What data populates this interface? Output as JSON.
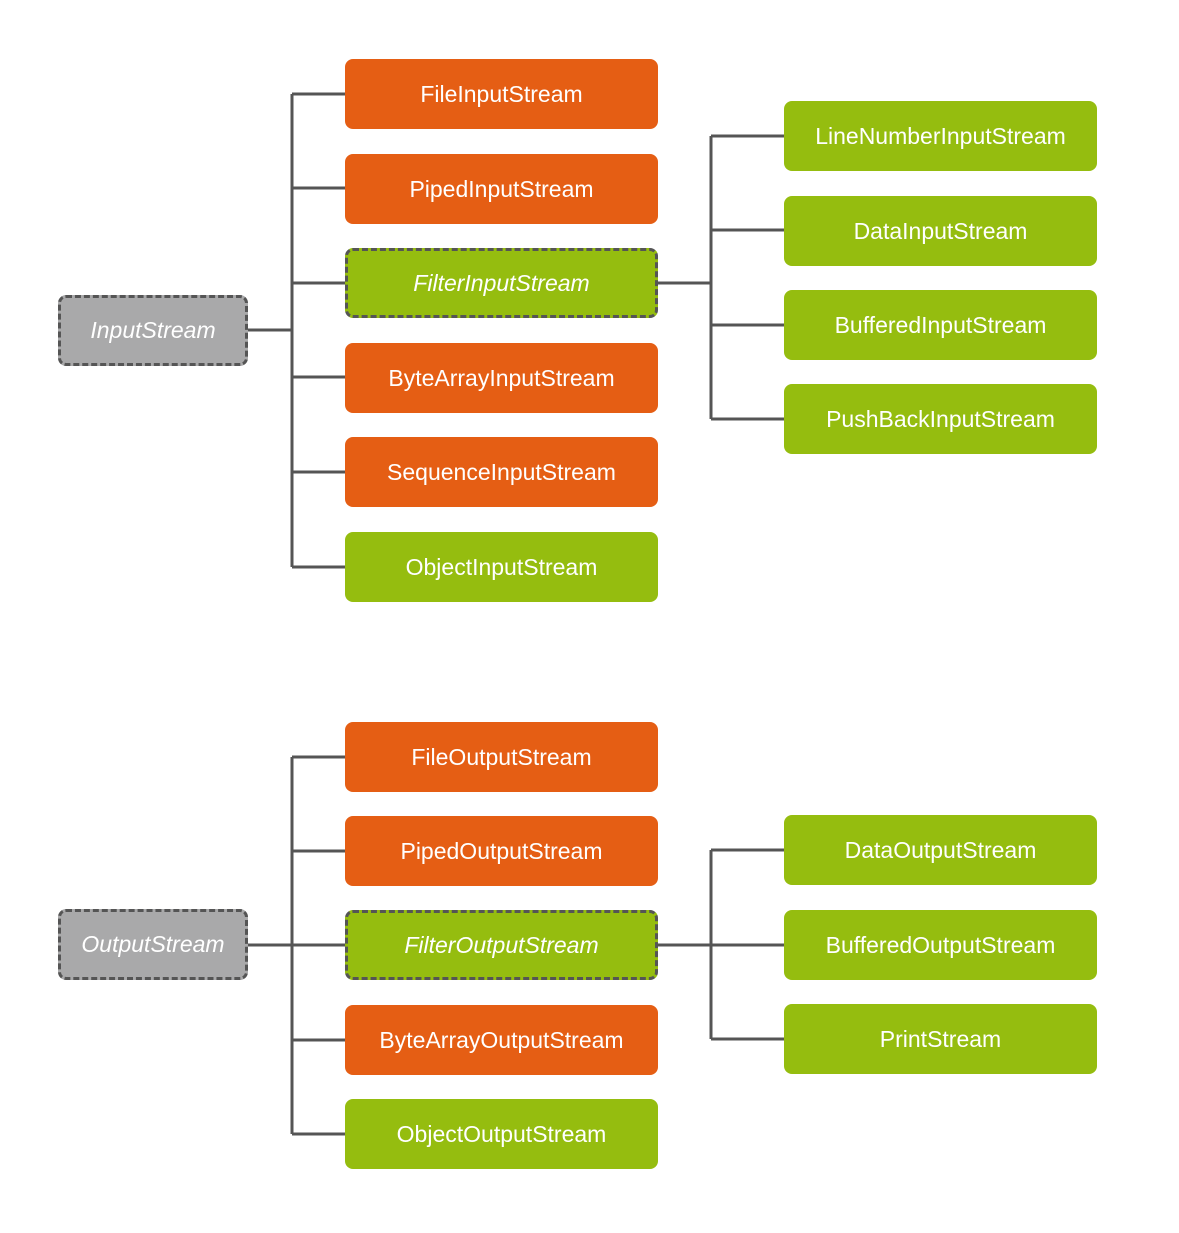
{
  "input": {
    "root": "InputStream",
    "children": [
      "FileInputStream",
      "PipedInputStream",
      "FilterInputStream",
      "ByteArrayInputStream",
      "SequenceInputStream",
      "ObjectInputStream"
    ],
    "filter_children": [
      "LineNumberInputStream",
      "DataInputStream",
      "BufferedInputStream",
      "PushBackInputStream"
    ]
  },
  "output": {
    "root": "OutputStream",
    "children": [
      "FileOutputStream",
      "PipedOutputStream",
      "FilterOutputStream",
      "ByteArrayOutputStream",
      "ObjectOutputStream"
    ],
    "filter_children": [
      "DataOutputStream",
      "BufferedOutputStream",
      "PrintStream"
    ]
  },
  "colors": {
    "concrete_orange": "#e55e14",
    "concrete_green": "#95bd0f",
    "abstract_gray": "#a9a9aa",
    "connector": "#555555"
  }
}
